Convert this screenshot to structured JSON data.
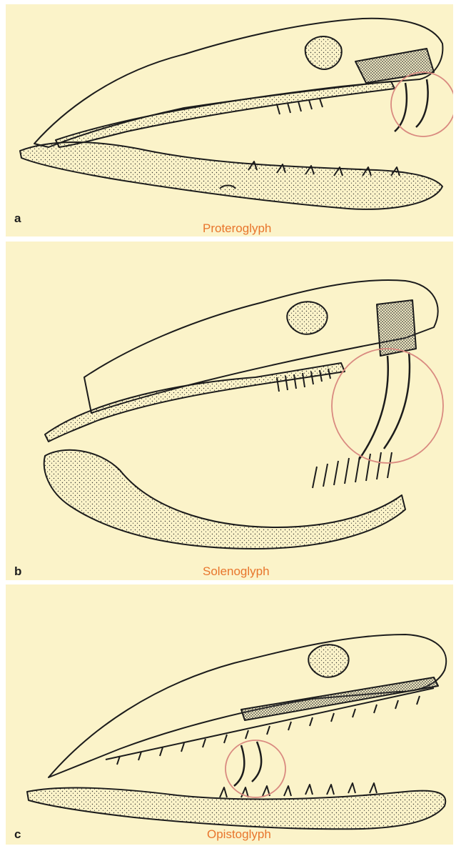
{
  "colors": {
    "panel_background": "#fbf3c9",
    "caption": "#e8752c",
    "fang_circle": "#d98a80",
    "ink": "#1c1c1c"
  },
  "panels": [
    {
      "letter": "a",
      "caption": "Proteroglyph"
    },
    {
      "letter": "b",
      "caption": "Solenoglyph"
    },
    {
      "letter": "c",
      "caption": "Opistoglyph"
    }
  ]
}
